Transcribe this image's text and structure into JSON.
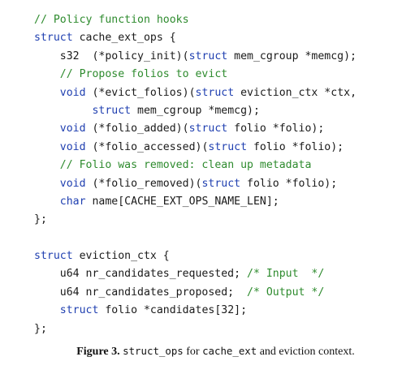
{
  "code": {
    "lines": [
      [
        {
          "t": "// Policy function hooks",
          "c": "cm"
        }
      ],
      [
        {
          "t": "struct",
          "c": "kw"
        },
        {
          "t": " cache_ext_ops {",
          "c": "tx"
        }
      ],
      [
        {
          "t": "    s32  (*policy_init)(",
          "c": "tx"
        },
        {
          "t": "struct",
          "c": "kw"
        },
        {
          "t": " mem_cgroup *memcg);",
          "c": "tx"
        }
      ],
      [
        {
          "t": "    ",
          "c": "tx"
        },
        {
          "t": "// Propose folios to evict",
          "c": "cm"
        }
      ],
      [
        {
          "t": "    ",
          "c": "tx"
        },
        {
          "t": "void",
          "c": "kw"
        },
        {
          "t": " (*evict_folios)(",
          "c": "tx"
        },
        {
          "t": "struct",
          "c": "kw"
        },
        {
          "t": " eviction_ctx *ctx,",
          "c": "tx"
        }
      ],
      [
        {
          "t": "         ",
          "c": "tx"
        },
        {
          "t": "struct",
          "c": "kw"
        },
        {
          "t": " mem_cgroup *memcg);",
          "c": "tx"
        }
      ],
      [
        {
          "t": "    ",
          "c": "tx"
        },
        {
          "t": "void",
          "c": "kw"
        },
        {
          "t": " (*folio_added)(",
          "c": "tx"
        },
        {
          "t": "struct",
          "c": "kw"
        },
        {
          "t": " folio *folio);",
          "c": "tx"
        }
      ],
      [
        {
          "t": "    ",
          "c": "tx"
        },
        {
          "t": "void",
          "c": "kw"
        },
        {
          "t": " (*folio_accessed)(",
          "c": "tx"
        },
        {
          "t": "struct",
          "c": "kw"
        },
        {
          "t": " folio *folio);",
          "c": "tx"
        }
      ],
      [
        {
          "t": "    ",
          "c": "tx"
        },
        {
          "t": "// Folio was removed: clean up metadata",
          "c": "cm"
        }
      ],
      [
        {
          "t": "    ",
          "c": "tx"
        },
        {
          "t": "void",
          "c": "kw"
        },
        {
          "t": " (*folio_removed)(",
          "c": "tx"
        },
        {
          "t": "struct",
          "c": "kw"
        },
        {
          "t": " folio *folio);",
          "c": "tx"
        }
      ],
      [
        {
          "t": "    ",
          "c": "tx"
        },
        {
          "t": "char",
          "c": "kw"
        },
        {
          "t": " name[CACHE_EXT_OPS_NAME_LEN];",
          "c": "tx"
        }
      ],
      [
        {
          "t": "};",
          "c": "tx"
        }
      ],
      [],
      [
        {
          "t": "struct",
          "c": "kw"
        },
        {
          "t": " eviction_ctx {",
          "c": "tx"
        }
      ],
      [
        {
          "t": "    u64 nr_candidates_requested; ",
          "c": "tx"
        },
        {
          "t": "/* Input  */",
          "c": "cm"
        }
      ],
      [
        {
          "t": "    u64 nr_candidates_proposed;  ",
          "c": "tx"
        },
        {
          "t": "/* Output */",
          "c": "cm"
        }
      ],
      [
        {
          "t": "    ",
          "c": "tx"
        },
        {
          "t": "struct",
          "c": "kw"
        },
        {
          "t": " folio *candidates[32];",
          "c": "tx"
        }
      ],
      [
        {
          "t": "};",
          "c": "tx"
        }
      ]
    ]
  },
  "caption": {
    "label": "Figure 3.",
    "code_term": "struct_ops",
    "text_for": "for",
    "code_term2": "cache_ext",
    "text_rest": "and eviction context."
  },
  "colors": {
    "keyword": "#1f3fb0",
    "comment": "#2e8b2e",
    "text": "#1a1a1a"
  }
}
